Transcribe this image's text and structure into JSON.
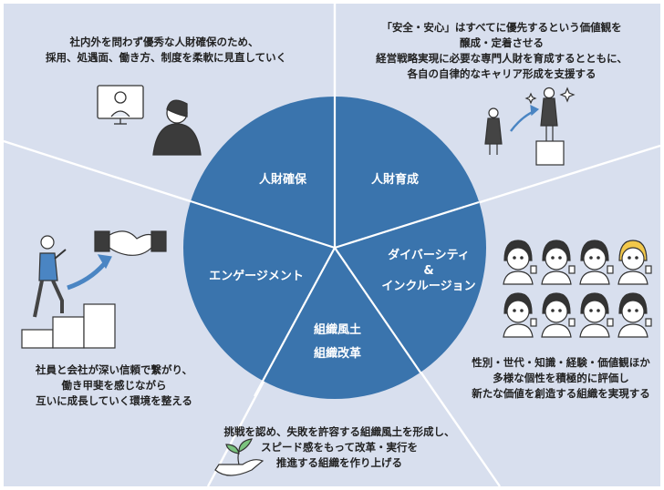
{
  "colors": {
    "background": "#d8dfee",
    "circle": "#3a74ad",
    "divider": "#ffffff",
    "accent": "#4a85c3"
  },
  "segments": {
    "recruit": "人財確保",
    "develop": "人財育成",
    "engagement": "エンゲージメント",
    "diversity": [
      "ダイバーシティ",
      "&",
      "インクルージョン"
    ],
    "culture": [
      "組織風土",
      "組織改革"
    ]
  },
  "descriptions": {
    "recruit": [
      "社内外を問わず優秀な人財確保のため、",
      "採用、処遇面、働き方、制度を柔軟に見直していく"
    ],
    "develop": [
      "「安全・安心」はすべてに優先するという価値観を",
      "醸成・定着させる",
      "経営戦略実現に必要な専門人財を育成するとともに、",
      "各自の自律的なキャリア形成を支援する"
    ],
    "engagement": [
      "社員と会社が深い信頼で繋がり、",
      "働き甲斐を感じながら",
      "互いに成長していく環境を整える"
    ],
    "diversity": [
      "性別・世代・知識・経験・価値観ほか",
      "多様な個性を積極的に評価し",
      "新たな価値を創造する組織を実現する"
    ],
    "culture": [
      "挑戦を認め、失敗を許容する組織風土を形成し、",
      "スピード感をもって改革・実行を",
      "推進する組織を作り上げる"
    ]
  },
  "illustrations": {
    "recruit": "online-interview-illustration",
    "develop": "career-growth-illustration",
    "engagement": "handshake-stairs-illustration",
    "diversity": "diverse-people-illustration",
    "culture": "sprout-in-hand-illustration"
  }
}
